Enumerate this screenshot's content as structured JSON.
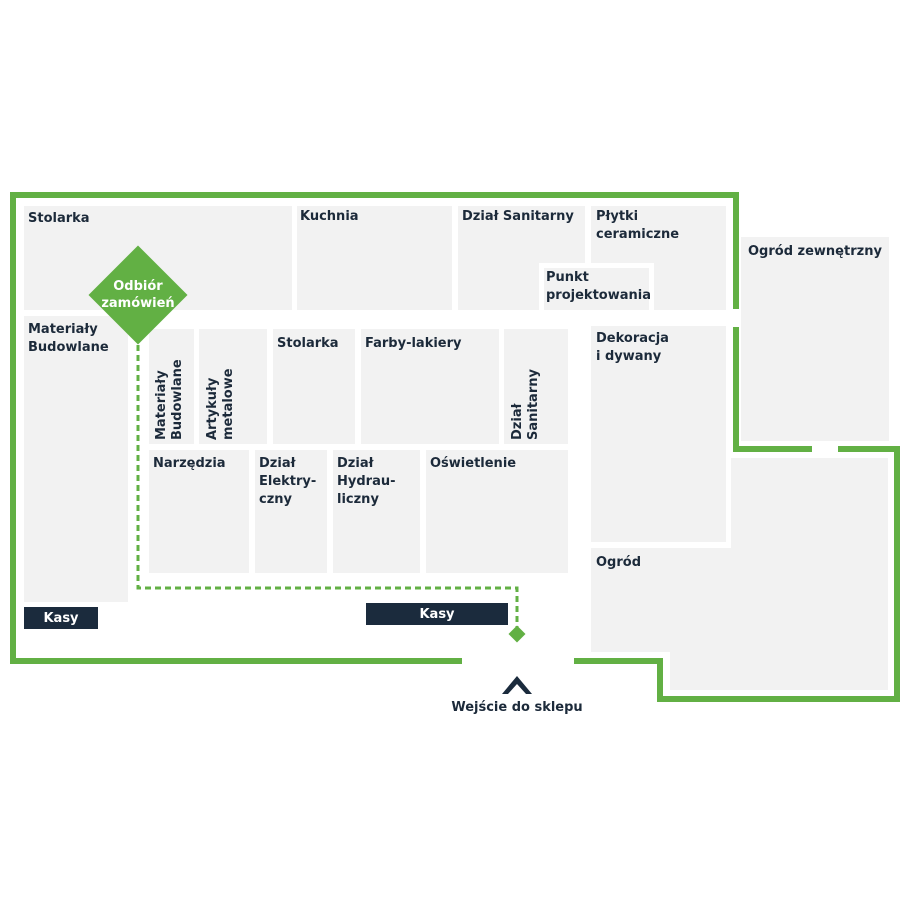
{
  "colors": {
    "wall": "#62b044",
    "zone": "#f2f2f2",
    "text": "#1c2a3a",
    "cashier": "#1b2b3d"
  },
  "zones": {
    "stolarka_top": "Stolarka",
    "kuchnia": "Kuchnia",
    "dzial_sanitarny_top": "Dział Sanitarny",
    "plytki": "Płytki\nceramiczne",
    "punkt": "Punkt\nprojektowania",
    "ogrod_zewnetrzny": "Ogród zewnętrzny",
    "materialy_left": "Materiały\nBudowlane",
    "materialy_vertical": "Materiały\nBudowlane",
    "artykuly_vertical": "Artykuły\nmetalowe",
    "stolarka_mid": "Stolarka",
    "farby": "Farby-lakiery",
    "dzial_sanitarny_vertical": "Dział\nSanitarny",
    "dekoracja": "Dekoracja\ni dywany",
    "narzedzia": "Narzędzia",
    "elektryczny": "Dział\nElektry-\nczny",
    "hydrauliczny": "Dział\nHydrau-\nliczny",
    "oswietlenie": "Oświetlenie",
    "ogrod": "Ogród"
  },
  "cashiers": {
    "left": "Kasy",
    "center": "Kasy"
  },
  "pickup": "Odbiór\nzamówień",
  "entrance": {
    "label": "Wejście do sklepu",
    "icon": "entrance-chevron-icon"
  }
}
